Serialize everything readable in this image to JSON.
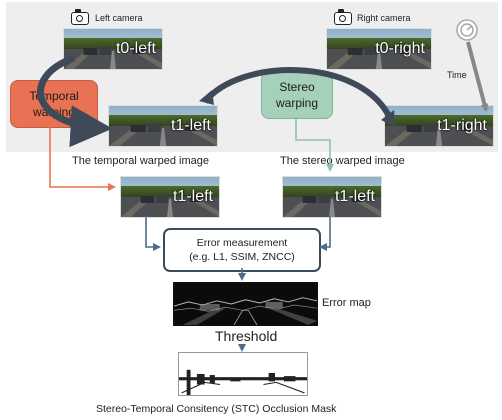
{
  "cameras": {
    "left_label": "Left camera",
    "right_label": "Right camera",
    "left_icon": "camera-icon",
    "right_icon": "camera-icon"
  },
  "time": {
    "label": "Time",
    "icon": "stopwatch-icon"
  },
  "images": {
    "t0_left": "t0-left",
    "t0_right": "t0-right",
    "t1_left": "t1-left",
    "t1_right": "t1-right",
    "temporal_warped_overlay": "t1-left",
    "stereo_warped_overlay": "t1-left"
  },
  "boxes": {
    "temporal_line1": "Temporal",
    "temporal_line2": "warping",
    "stereo_line1": "Stereo",
    "stereo_line2": "warping"
  },
  "captions": {
    "temporal_warped": "The temporal warped image",
    "stereo_warped": "The stereo warped image"
  },
  "error_box": {
    "line1": "Error measurement",
    "line2": "(e.g. L1, SSIM, ZNCC)"
  },
  "error_map_label": "Error map",
  "threshold_label": "Threshold",
  "mask_caption": "Stereo-Temporal Consitency (STC) Occlusion Mask",
  "colors": {
    "temporal": "#e97254",
    "stereo": "#a5d0b9",
    "dark_arrow": "#3f4a59",
    "panel": "#eeeeee"
  }
}
